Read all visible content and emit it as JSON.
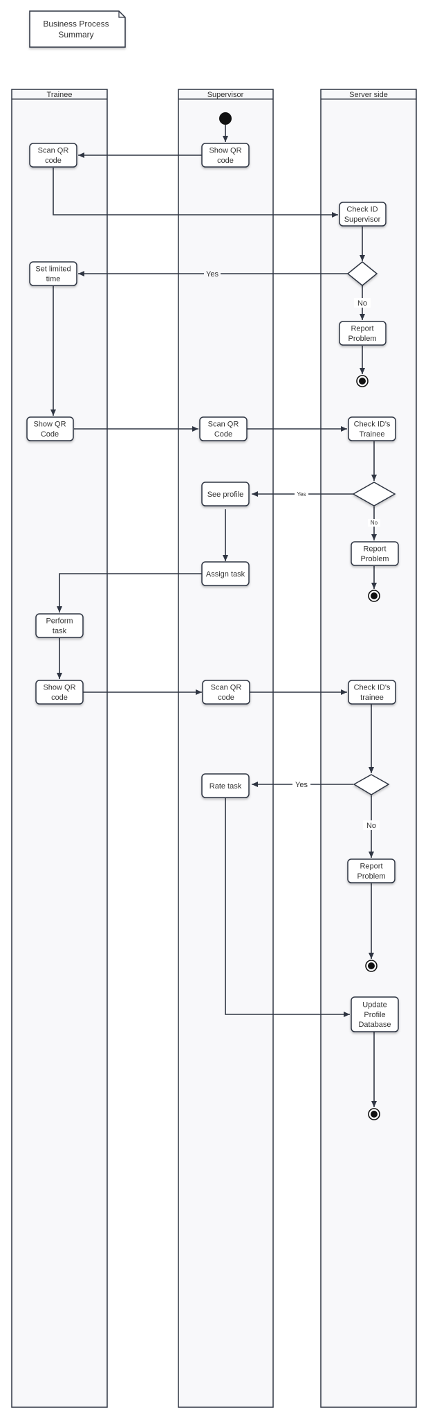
{
  "note": {
    "lines": [
      "Business Process",
      "Summary"
    ]
  },
  "lanes": {
    "trainee": "Trainee",
    "supervisor": "Supervisor",
    "server": "Server side"
  },
  "nodes": {
    "show_qr_1": {
      "lines": [
        "Show QR",
        "code"
      ]
    },
    "scan_qr_1": {
      "lines": [
        "Scan QR",
        "code"
      ]
    },
    "check_sup": {
      "lines": [
        "Check ID",
        "Supervisor"
      ]
    },
    "set_time": {
      "lines": [
        "Set limited",
        "time"
      ]
    },
    "report_1": {
      "lines": [
        "Report",
        "Problem"
      ]
    },
    "show_qr_2": {
      "lines": [
        "Show QR",
        "Code"
      ]
    },
    "scan_qr_2": {
      "lines": [
        "Scan QR",
        "Code"
      ]
    },
    "check_tr_1": {
      "lines": [
        "Check ID's",
        "Trainee"
      ]
    },
    "see_profile": {
      "lines": [
        "See profile"
      ]
    },
    "report_2": {
      "lines": [
        "Report",
        "Problem"
      ]
    },
    "assign_task": {
      "lines": [
        "Assign task"
      ]
    },
    "perform_task": {
      "lines": [
        "Perform",
        "task"
      ]
    },
    "show_qr_3": {
      "lines": [
        "Show QR",
        "code"
      ]
    },
    "scan_qr_3": {
      "lines": [
        "Scan QR",
        "code"
      ]
    },
    "check_tr_2": {
      "lines": [
        "Check ID's",
        "trainee"
      ]
    },
    "rate_task": {
      "lines": [
        "Rate task"
      ]
    },
    "report_3": {
      "lines": [
        "Report",
        "Problem"
      ]
    },
    "update_db": {
      "lines": [
        "Update",
        "Profile",
        "Database"
      ]
    }
  },
  "edge_labels": {
    "yes_1": "Yes",
    "no_1": "No",
    "yes_2": "Yes",
    "no_2": "No",
    "yes_3": "Yes",
    "no_3": "No"
  },
  "colors": {
    "stroke": "#2f3542",
    "lane_fill": "#f8f8fa",
    "node_fill": "#ffffff",
    "text": "#333333"
  }
}
